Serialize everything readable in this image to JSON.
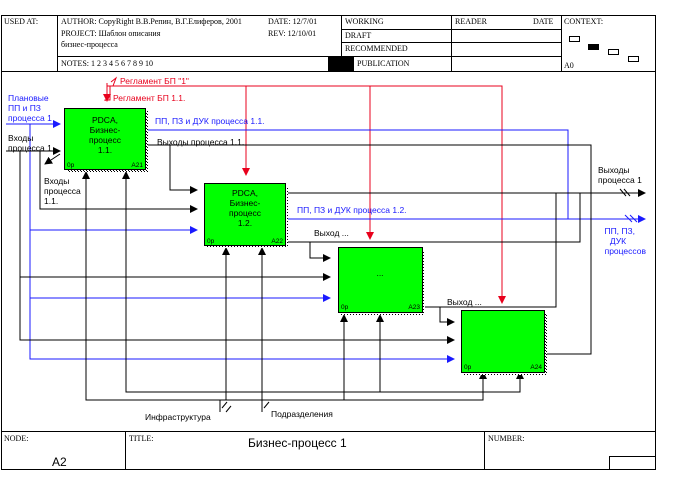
{
  "header": {
    "used_at": "USED AT:",
    "author": "AUTHOR:  CopyRight В.В.Репин, В.Г.Елиферов, 2001",
    "date": "DATE:  12/7/01",
    "project": "PROJECT:  Шаблон описания",
    "project_line2": "бизнес-процесса",
    "rev": "REV:  12/10/01",
    "notes": "NOTES:  1  2  3  4  5  6  7  8  9  10",
    "working": "WORKING",
    "draft": "DRAFT",
    "recommended": "RECOMMENDED",
    "publication": "PUBLICATION",
    "reader": "READER",
    "reader_date": "DATE",
    "context": "CONTEXT:",
    "context_node": "A0"
  },
  "boxes": [
    {
      "label_lines": [
        "PDCA,",
        "Бизнес-",
        "процесс",
        "1.1."
      ],
      "cost": "0р",
      "number": "A21"
    },
    {
      "label_lines": [
        "PDCA,",
        "Бизнес-",
        "процесс",
        "1.2."
      ],
      "cost": "0р",
      "number": "A22"
    },
    {
      "label_lines": [
        "..."
      ],
      "cost": "0р",
      "number": "A23"
    },
    {
      "label_lines": [
        ""
      ],
      "cost": "0р",
      "number": "A24"
    }
  ],
  "labels": {
    "reglament_1": "Регламент БП \"1\"",
    "reglament_11": "Регламент БП 1.1.",
    "planned_1": "Плановые",
    "planned_2": "ПП и ПЗ",
    "planned_3": "процесса 1",
    "inputs_1": "Входы",
    "inputs_2": "процесса 1",
    "inputs11_1": "Входы",
    "inputs11_2": "процесса",
    "inputs11_3": "1.1.",
    "pp11": "ПП, ПЗ и ДУК процесса 1.1.",
    "outputs11": "Выходы процесса 1.1.",
    "pp12": "ПП, ПЗ  и ДУК процесса 1.2.",
    "output_dots_1": "Выход ...",
    "output_dots_2": "Выход ...",
    "outputs1_1": "Выходы",
    "outputs1_2": "процесса 1",
    "pp_out_1": "ПП, ПЗ,",
    "pp_out_2": "ДУК",
    "pp_out_3": "процессов",
    "infrastructure": "Инфраструктура",
    "departments": "Подразделения"
  },
  "footer": {
    "node": "NODE:",
    "node_value": "A2",
    "title": "TITLE:",
    "title_value": "Бизнес-процесс  1",
    "number": "NUMBER:"
  },
  "colors": {
    "box_fill": "#00ff00",
    "control": "#e8001c",
    "plan": "#1a1aff",
    "line": "#000000"
  }
}
